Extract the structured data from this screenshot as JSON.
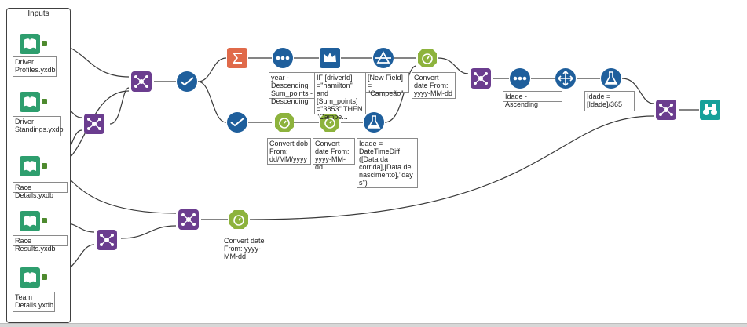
{
  "container": {
    "title": "Inputs"
  },
  "inputs": [
    {
      "id": "driver-profiles",
      "label": "Driver Profiles.yxdb"
    },
    {
      "id": "driver-standings",
      "label": "Driver Standings.yxdb"
    },
    {
      "id": "race-details",
      "label": "Race Details.yxdb"
    },
    {
      "id": "race-results",
      "label": "Race Results.yxdb"
    },
    {
      "id": "team-details",
      "label": "Team Details.yxdb"
    }
  ],
  "annotations": {
    "sort_year": "year - Descending\nSum_points - Descending",
    "filter_hamilton": "IF [driverId] =\"hamilton\" and [Sum_points] =\"3853\" THEN  \"Campe...",
    "new_field": "[New Field] = \"Campeão\"",
    "convert_date_top": "Convert date From: yyyy-MM-dd",
    "sort_idade": "Idade - Ascending",
    "idade_formula": "Idade = [Idade]/365",
    "convert_dob": "Convert dob From: dd/MM/yyyy",
    "convert_date_mid": "Convert date From: yyyy-MM-dd",
    "datetime_diff": "Idade = DateTimeDiff ([Data da corrida],[Data de nascimento],\"day s\")",
    "convert_date_bottom": "Convert date From: yyyy-MM-dd"
  },
  "colors": {
    "input": "#2e9e6e",
    "join": "#6b3d8f",
    "filter": "#1f5f9c",
    "summarize": "#e06a4a",
    "sort": "#1f5f9c",
    "datetime": "#8db33d",
    "formula": "#1f5f9c",
    "browse": "#17a09a",
    "connector": "#3a3a3a",
    "anchor": "#4e8a2e"
  }
}
